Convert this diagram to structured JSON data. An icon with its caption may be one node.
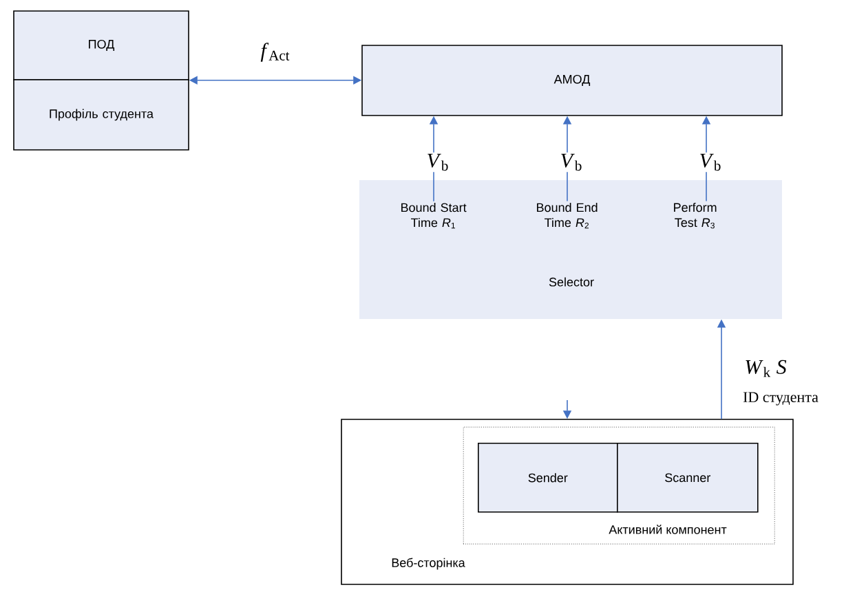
{
  "diagram": {
    "nodes": [
      {
        "text": [
          "ПОД"
        ]
      },
      {
        "text": [
          "Профіль студента"
        ]
      },
      {
        "text": [
          "АМОД"
        ]
      },
      {
        "text": [
          "Selector"
        ]
      },
      {
        "text": [
          "Bound Start Time *R*$_{1}$"
        ],
        "in": 3
      },
      {
        "text": [
          "Bound End Time *R*$_{2}$"
        ],
        "in": 3
      },
      {
        "text": [
          "Perform Test *R*$_{3}$"
        ],
        "in": 3
      },
      {
        "text": [
          "Веб-сторінка"
        ]
      },
      {
        "text": [
          "Активний компонент"
        ],
        "in": 7
      },
      {
        "text": [
          "Sender"
        ],
        "in": 8
      },
      {
        "text": [
          "Scanner"
        ],
        "in": 8
      }
    ],
    "edges": [
      {
        "from": 0,
        "to": 2,
        "arrow": "both",
        "label": "*f*$_{Act}$"
      },
      {
        "from": 4,
        "to": 2,
        "arrow": "to",
        "label": "*V*$_{b}$"
      },
      {
        "from": 5,
        "to": 2,
        "arrow": "to",
        "label": "*V*$_{b}$"
      },
      {
        "from": 6,
        "to": 2,
        "arrow": "to",
        "label": "*V*$_{b}$"
      },
      {
        "from": 7,
        "to": 3,
        "arrow": "to",
        "label": "*W*$_{k}$ *S*"
      },
      {
        "from": null,
        "to": 7,
        "arrow": "to"
      }
    ],
    "labels": [
      "ID студента"
    ]
  }
}
